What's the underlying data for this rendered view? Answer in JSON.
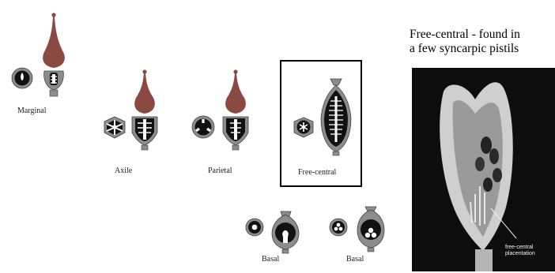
{
  "colors": {
    "ovary_gray": "#8c8c8c",
    "style_brown": "#8a4a42",
    "locule_black": "#111111",
    "ovule_white": "#ffffff"
  },
  "labels": {
    "marginal": "Marginal",
    "axile": "Axile",
    "parietal": "Parietal",
    "free_central": "Free-central",
    "basal_1": "Basal",
    "basal_2": "Basal"
  },
  "caption": {
    "line1": "Free-central - found in",
    "line2": "a few syncarpic pistils"
  },
  "photo": {
    "label_line1": "free-central",
    "label_line2": "placentation"
  }
}
